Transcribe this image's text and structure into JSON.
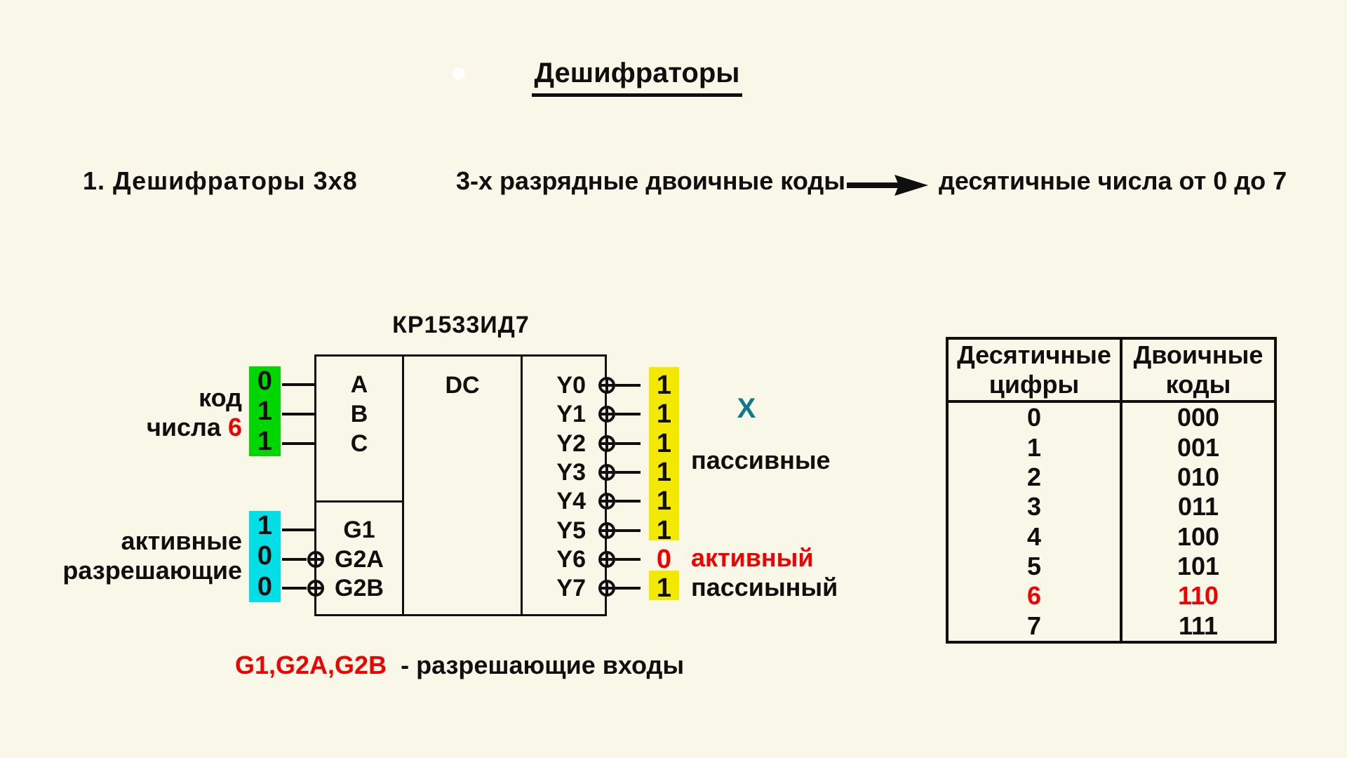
{
  "page": {
    "background_color": "#f8f7e8"
  },
  "title": "Дешифраторы",
  "intro": {
    "item": "1. Дешифраторы 3х8",
    "source": "3-х разрядные двоичные коды",
    "target": "десятичные числа от 0 до 7"
  },
  "chip": {
    "name": "КР1533ИД7",
    "function_label": "DC",
    "address_inputs": [
      "A",
      "B",
      "C"
    ],
    "enable_inputs": [
      "G1",
      "G2A",
      "G2B"
    ],
    "outputs": [
      "Y0",
      "Y1",
      "Y2",
      "Y3",
      "Y4",
      "Y5",
      "Y6",
      "Y7"
    ]
  },
  "code_input": {
    "caption_line1": "код",
    "caption_line2": "числа",
    "caption_number": "6",
    "bits": [
      "0",
      "1",
      "1"
    ],
    "box_color": "#00d600"
  },
  "enable_input": {
    "caption_line1": "активные",
    "caption_line2": "разрешающие",
    "bits": [
      "1",
      "0",
      "0"
    ],
    "box_color": "#00dfe6"
  },
  "outputs_state": {
    "bits": [
      "1",
      "1",
      "1",
      "1",
      "1",
      "1",
      "0",
      "1"
    ],
    "x_mark": "X",
    "passive_label": "пассивные",
    "active_label": "активный",
    "passive_single_label": "пассиыный",
    "box_color": "#f2e800",
    "active_value_color": "#f10000",
    "x_mark_color": "#11798a"
  },
  "footer": {
    "enable_pins": "G1,G2A,G2B",
    "rest": "- разрешающие входы"
  },
  "table": {
    "col1_header_line1": "Десятичные",
    "col1_header_line2": "цифры",
    "col2_header_line1": "Двоичные",
    "col2_header_line2": "коды",
    "rows": [
      {
        "decimal": "0",
        "binary": "000"
      },
      {
        "decimal": "1",
        "binary": "001"
      },
      {
        "decimal": "2",
        "binary": "010"
      },
      {
        "decimal": "3",
        "binary": "011"
      },
      {
        "decimal": "4",
        "binary": "100"
      },
      {
        "decimal": "5",
        "binary": "101"
      },
      {
        "decimal": "6",
        "binary": "110"
      },
      {
        "decimal": "7",
        "binary": "111"
      }
    ],
    "highlighted_decimal": "6",
    "highlight_color": "#f10000"
  }
}
